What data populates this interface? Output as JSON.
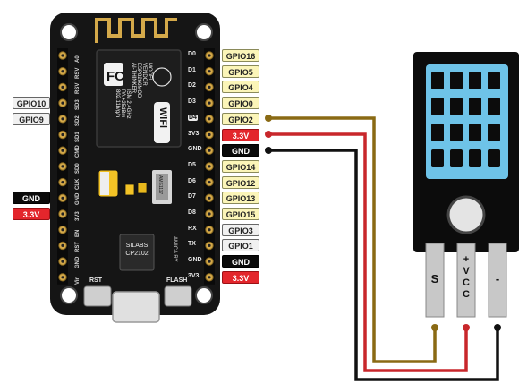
{
  "board": {
    "right_pins": [
      {
        "pin": "D0",
        "gpio": "GPIO16",
        "style": "yellow"
      },
      {
        "pin": "D1",
        "gpio": "GPIO5",
        "style": "yellow"
      },
      {
        "pin": "D2",
        "gpio": "GPIO4",
        "style": "yellow"
      },
      {
        "pin": "D3",
        "gpio": "GPIO0",
        "style": "yellow"
      },
      {
        "pin": "D4",
        "gpio": "GPIO2",
        "style": "yellow"
      },
      {
        "pin": "3V3",
        "gpio": "3.3V",
        "style": "red"
      },
      {
        "pin": "GND",
        "gpio": "GND",
        "style": "black"
      },
      {
        "pin": "D5",
        "gpio": "GPIO14",
        "style": "yellow"
      },
      {
        "pin": "D6",
        "gpio": "GPIO12",
        "style": "yellow"
      },
      {
        "pin": "D7",
        "gpio": "GPIO13",
        "style": "yellow"
      },
      {
        "pin": "D8",
        "gpio": "GPIO15",
        "style": "yellow"
      },
      {
        "pin": "RX",
        "gpio": "GPIO3",
        "style": "grey"
      },
      {
        "pin": "TX",
        "gpio": "GPIO1",
        "style": "grey"
      },
      {
        "pin": "GND",
        "gpio": "GND",
        "style": "black"
      },
      {
        "pin": "3V3",
        "gpio": "3.3V",
        "style": "red"
      }
    ],
    "left_tags": [
      {
        "label": "GPIO10",
        "style": "grey"
      },
      {
        "label": "GPIO9",
        "style": "grey"
      },
      {
        "label": "GND",
        "style": "black"
      },
      {
        "label": "3.3V",
        "style": "red"
      }
    ],
    "left_pin_labels": [
      "A0",
      "RSV",
      "RSV",
      "SD3",
      "SD2",
      "SD1",
      "CMD",
      "SD0",
      "CLK",
      "GND",
      "3V3",
      "EN",
      "RST",
      "GND",
      "Vin"
    ],
    "module": {
      "logo": "FC",
      "text_lines": [
        "MODEL",
        "VENDOR",
        "ESP8266MOD",
        "AI-THINKER",
        "ISM 2.4GHz",
        "PA +25dBm",
        "802.11b/g/n"
      ],
      "wifi_badge": "WiFi"
    },
    "regulator": "AMS1117",
    "usb_chip": [
      "SILABS",
      "CP2102"
    ],
    "chip_side_text": "AMICA RY",
    "buttons": {
      "reset": "RST",
      "flash": "FLASH"
    }
  },
  "sensor": {
    "pins": [
      {
        "label": "S",
        "wire_color": "#8a6a14"
      },
      {
        "label": "+\nV\nC\nC",
        "wire_color": "#c8272b"
      },
      {
        "label": "-",
        "wire_color": "#111111"
      }
    ],
    "body_color": "#0c0c0c",
    "window_color": "#6ec3e8"
  },
  "colors": {
    "pcb": "#151515",
    "signal_wire": "#8a6a14",
    "power_wire": "#c8272b",
    "ground_wire": "#111111",
    "gold_pad": "#d4a94a"
  }
}
